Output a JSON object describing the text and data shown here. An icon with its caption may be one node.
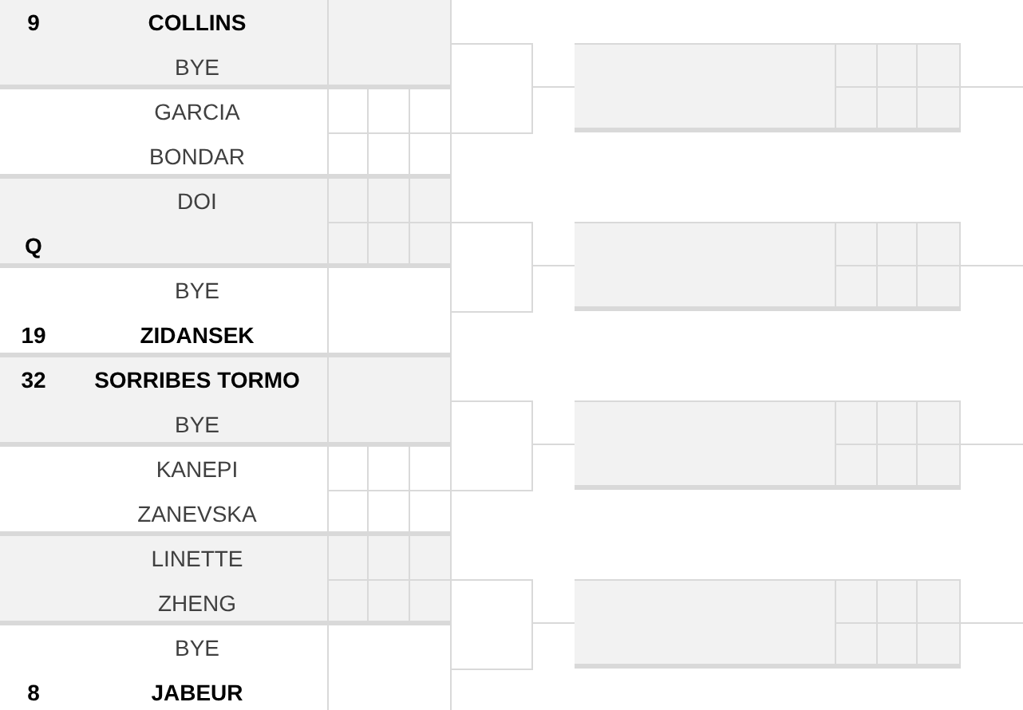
{
  "diagram": {
    "nodes": [
      {
        "text": [],
        "shape": "box"
      },
      {
        "text": [
          "9",
          "COLLINS"
        ],
        "in": 0
      },
      {
        "text": [
          "BYE"
        ],
        "in": 0
      },
      {
        "text": [],
        "shape": "box"
      },
      {
        "text": [
          "GARCIA"
        ],
        "in": 3
      },
      {
        "text": [
          "BONDAR"
        ],
        "in": 3
      },
      {
        "text": [],
        "shape": "box"
      },
      {
        "text": [
          "DOI"
        ],
        "in": 6
      },
      {
        "text": [
          "Q"
        ],
        "in": 6
      },
      {
        "text": [],
        "shape": "box"
      },
      {
        "text": [
          "BYE"
        ],
        "in": 9
      },
      {
        "text": [
          "19",
          "ZIDANSEK"
        ],
        "in": 9
      },
      {
        "text": [],
        "shape": "box"
      },
      {
        "text": [
          "32",
          "SORRIBES TORMO"
        ],
        "in": 12
      },
      {
        "text": [
          "BYE"
        ],
        "in": 12
      },
      {
        "text": [],
        "shape": "box"
      },
      {
        "text": [
          "KANEPI"
        ],
        "in": 15
      },
      {
        "text": [
          "ZANEVSKA"
        ],
        "in": 15
      },
      {
        "text": [],
        "shape": "box"
      },
      {
        "text": [
          "LINETTE"
        ],
        "in": 18
      },
      {
        "text": [
          "ZHENG"
        ],
        "in": 18
      },
      {
        "text": [],
        "shape": "box"
      },
      {
        "text": [
          "BYE"
        ],
        "in": 21
      },
      {
        "text": [
          "8",
          "JABEUR"
        ],
        "in": 21
      },
      {
        "text": [],
        "shape": "box"
      },
      {
        "text": [],
        "shape": "box"
      },
      {
        "text": [],
        "shape": "box"
      },
      {
        "text": [],
        "shape": "box"
      }
    ],
    "edges": [
      {
        "from": 0,
        "to": 24,
        "arrow": "none"
      },
      {
        "from": 3,
        "to": 24,
        "arrow": "none"
      },
      {
        "from": 6,
        "to": 25,
        "arrow": "none"
      },
      {
        "from": 9,
        "to": 25,
        "arrow": "none"
      },
      {
        "from": 12,
        "to": 26,
        "arrow": "none"
      },
      {
        "from": 15,
        "to": 26,
        "arrow": "none"
      },
      {
        "from": 18,
        "to": 27,
        "arrow": "none"
      },
      {
        "from": 21,
        "to": 27,
        "arrow": "none"
      },
      {
        "from": 24,
        "to": null,
        "arrow": "none"
      },
      {
        "from": 25,
        "to": null,
        "arrow": "none"
      },
      {
        "from": 26,
        "to": null,
        "arrow": "none"
      },
      {
        "from": 27,
        "to": null,
        "arrow": "none"
      }
    ]
  }
}
